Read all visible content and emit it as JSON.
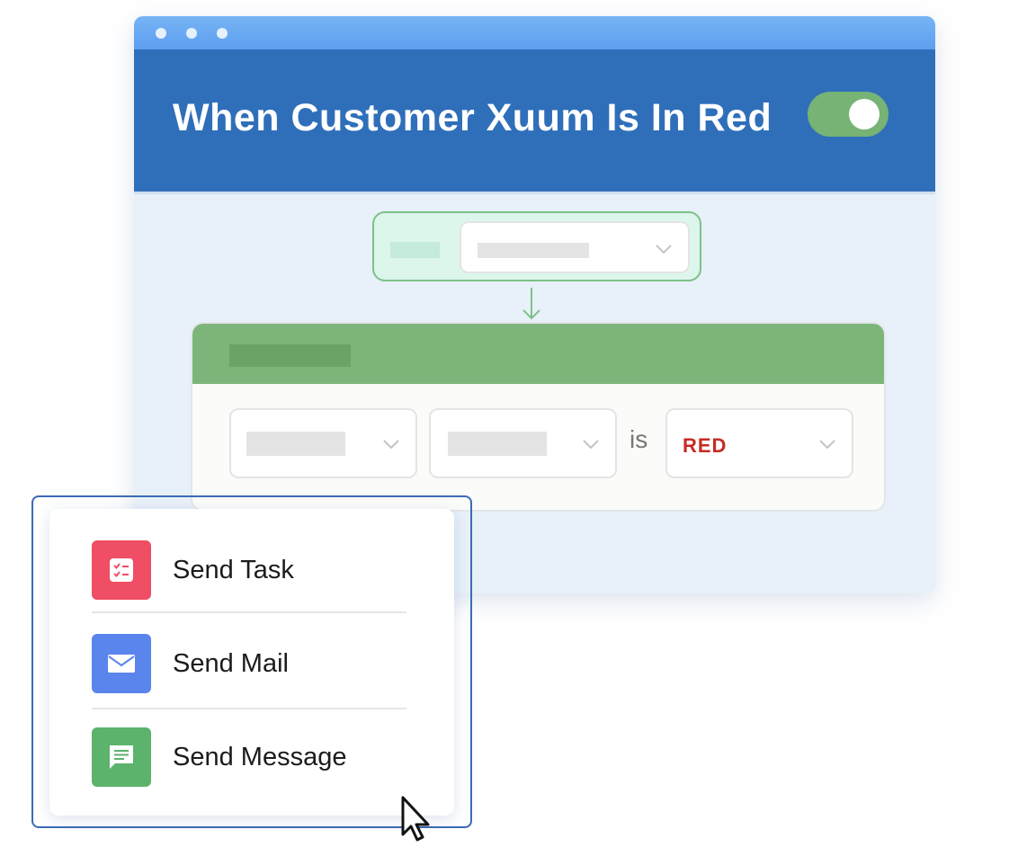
{
  "window": {
    "title": "When Customer Xuum Is In Red",
    "toggle_state": "on",
    "colors": {
      "header": "#2f6fba",
      "toggle_on": "#76b375",
      "condition_header": "#7cb57a"
    }
  },
  "condition": {
    "operator": "is",
    "value": "RED",
    "value_color": "#c62b25"
  },
  "actions_menu": {
    "items": [
      {
        "label": "Send Task",
        "icon": "task-checklist-icon",
        "color": "#ef4e64"
      },
      {
        "label": "Send Mail",
        "icon": "mail-envelope-icon",
        "color": "#5a85ec"
      },
      {
        "label": "Send Message",
        "icon": "chat-message-icon",
        "color": "#5cb36c"
      }
    ]
  }
}
